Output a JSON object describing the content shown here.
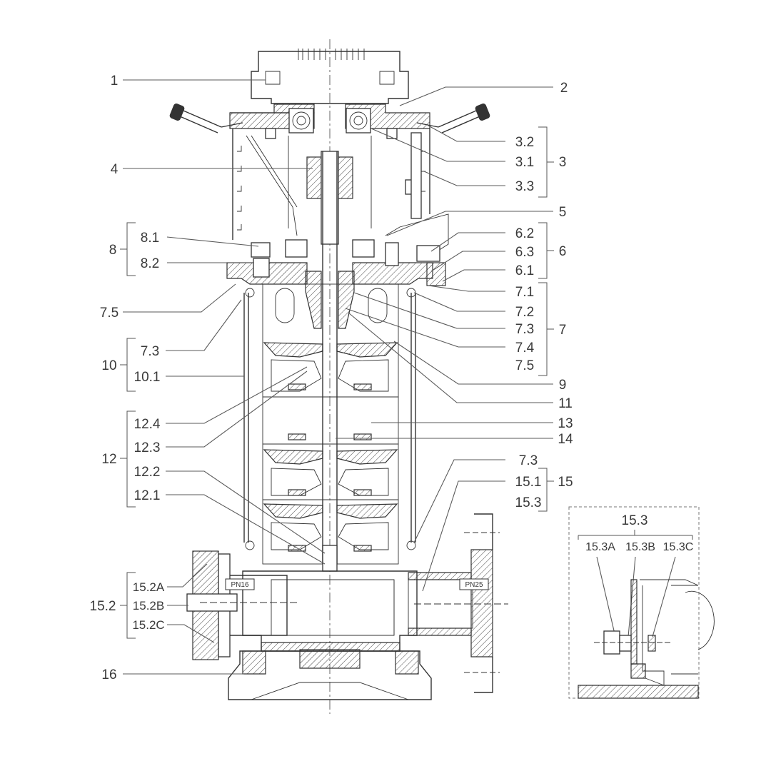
{
  "labels_left": [
    {
      "id": "1",
      "text": "1"
    },
    {
      "id": "4",
      "text": "4"
    },
    {
      "id": "8",
      "text": "8"
    },
    {
      "id": "8.1",
      "text": "8.1"
    },
    {
      "id": "8.2",
      "text": "8.2"
    },
    {
      "id": "7.5a",
      "text": "7.5"
    },
    {
      "id": "10",
      "text": "10"
    },
    {
      "id": "7.3a",
      "text": "7.3"
    },
    {
      "id": "10.1",
      "text": "10.1"
    },
    {
      "id": "12",
      "text": "12"
    },
    {
      "id": "12.4",
      "text": "12.4"
    },
    {
      "id": "12.3",
      "text": "12.3"
    },
    {
      "id": "12.2",
      "text": "12.2"
    },
    {
      "id": "12.1",
      "text": "12.1"
    },
    {
      "id": "15.2",
      "text": "15.2"
    },
    {
      "id": "15.2A",
      "text": "15.2A"
    },
    {
      "id": "15.2B",
      "text": "15.2B"
    },
    {
      "id": "15.2C",
      "text": "15.2C"
    },
    {
      "id": "16",
      "text": "16"
    }
  ],
  "labels_right": [
    {
      "id": "2",
      "text": "2"
    },
    {
      "id": "3.2",
      "text": "3.2"
    },
    {
      "id": "3.1",
      "text": "3.1"
    },
    {
      "id": "3",
      "text": "3"
    },
    {
      "id": "3.3",
      "text": "3.3"
    },
    {
      "id": "5",
      "text": "5"
    },
    {
      "id": "6.2",
      "text": "6.2"
    },
    {
      "id": "6.3",
      "text": "6.3"
    },
    {
      "id": "6",
      "text": "6"
    },
    {
      "id": "6.1",
      "text": "6.1"
    },
    {
      "id": "7.1",
      "text": "7.1"
    },
    {
      "id": "7.2",
      "text": "7.2"
    },
    {
      "id": "7.3b",
      "text": "7.3"
    },
    {
      "id": "7",
      "text": "7"
    },
    {
      "id": "7.4",
      "text": "7.4"
    },
    {
      "id": "7.5b",
      "text": "7.5"
    },
    {
      "id": "9",
      "text": "9"
    },
    {
      "id": "11",
      "text": "11"
    },
    {
      "id": "13",
      "text": "13"
    },
    {
      "id": "14",
      "text": "14"
    },
    {
      "id": "7.3c",
      "text": "7.3"
    },
    {
      "id": "15.1",
      "text": "15.1"
    },
    {
      "id": "15",
      "text": "15"
    },
    {
      "id": "15.3",
      "text": "15.3"
    }
  ],
  "flange_tags": {
    "inlet": "PN16",
    "outlet": "PN25"
  },
  "detail": {
    "title": "15.3",
    "items": [
      "15.3A",
      "15.3B",
      "15.3C"
    ]
  }
}
